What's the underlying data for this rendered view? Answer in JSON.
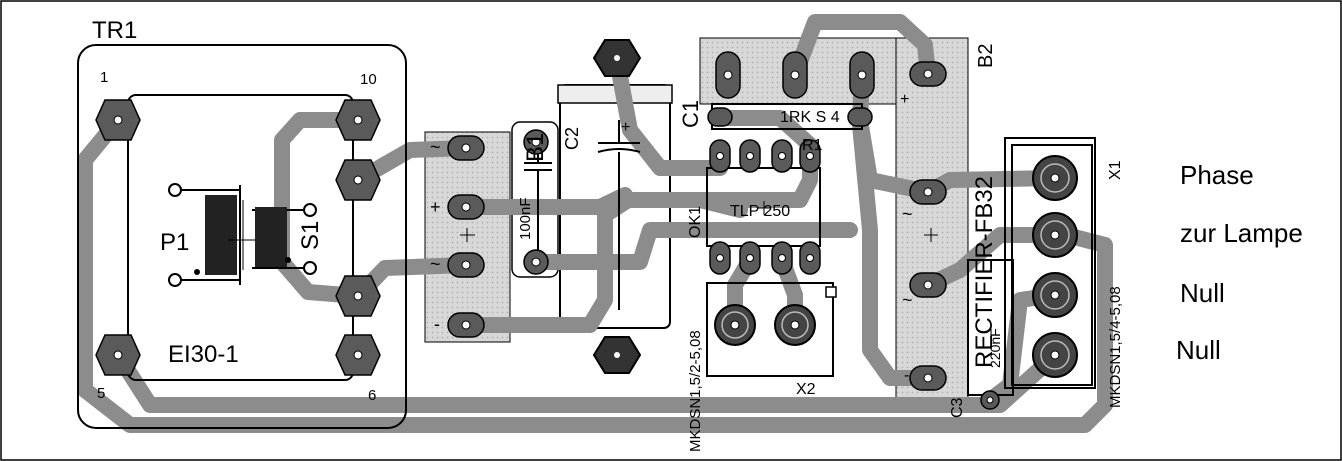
{
  "components": {
    "transformer": {
      "name": "TR1",
      "pins": [
        "1",
        "10",
        "5",
        "6"
      ],
      "primary": "P1",
      "secondary": "S1",
      "core": "EI30-1"
    },
    "bridge1": {
      "name": "B1",
      "marks": [
        "~",
        "+",
        "~",
        "-"
      ]
    },
    "cap_c1": {
      "name": "C1",
      "value": "100nF"
    },
    "cap_c2": {
      "name": "C2",
      "polarity": "+"
    },
    "triac_header": {
      "name": "R1",
      "text": "1RK S 4"
    },
    "optocoupler": {
      "name": "OK1",
      "type": "TLP 250"
    },
    "terminal_x2": {
      "name": "X2",
      "type": "MKDSN1,5/2-5,08"
    },
    "bridge2": {
      "name": "B2",
      "type": "RECTIFIER-FB32",
      "marks": [
        "+",
        "~",
        "~",
        "-"
      ]
    },
    "cap_c3": {
      "name": "C3",
      "value": "220nF"
    },
    "terminal_x1": {
      "name": "X1",
      "type": "MKDSN1,5/4-5,08"
    }
  },
  "annotations": [
    "Phase",
    "zur Lampe",
    "Null",
    "Null"
  ],
  "colors": {
    "background": "#ffffff",
    "trace": "#8c8c8c",
    "board_fill": "#d6d6d6",
    "pad": "#555555",
    "silkscreen": "#000000"
  }
}
